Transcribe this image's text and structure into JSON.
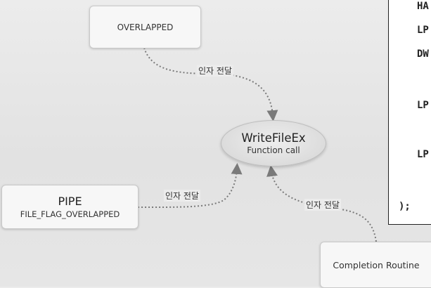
{
  "nodes": {
    "overlapped": {
      "label": "OVERLAPPED"
    },
    "pipe": {
      "title": "PIPE",
      "subtitle": "FILE_FLAG_OVERLAPPED"
    },
    "center": {
      "title": "WriteFileEx",
      "subtitle": "Function call"
    },
    "completion": {
      "label": "Completion Routine"
    }
  },
  "edges": {
    "top_label": "인자 전달",
    "left_label": "인자 전달",
    "right_label": "인자 전달"
  },
  "code_panel": {
    "lines": [
      "HA",
      "LP",
      "DW",
      "LP",
      "LP",
      ");"
    ]
  },
  "colors": {
    "arrow": "#7a7a7a",
    "box_border": "#c9c9c9",
    "panel_border": "#222222"
  }
}
